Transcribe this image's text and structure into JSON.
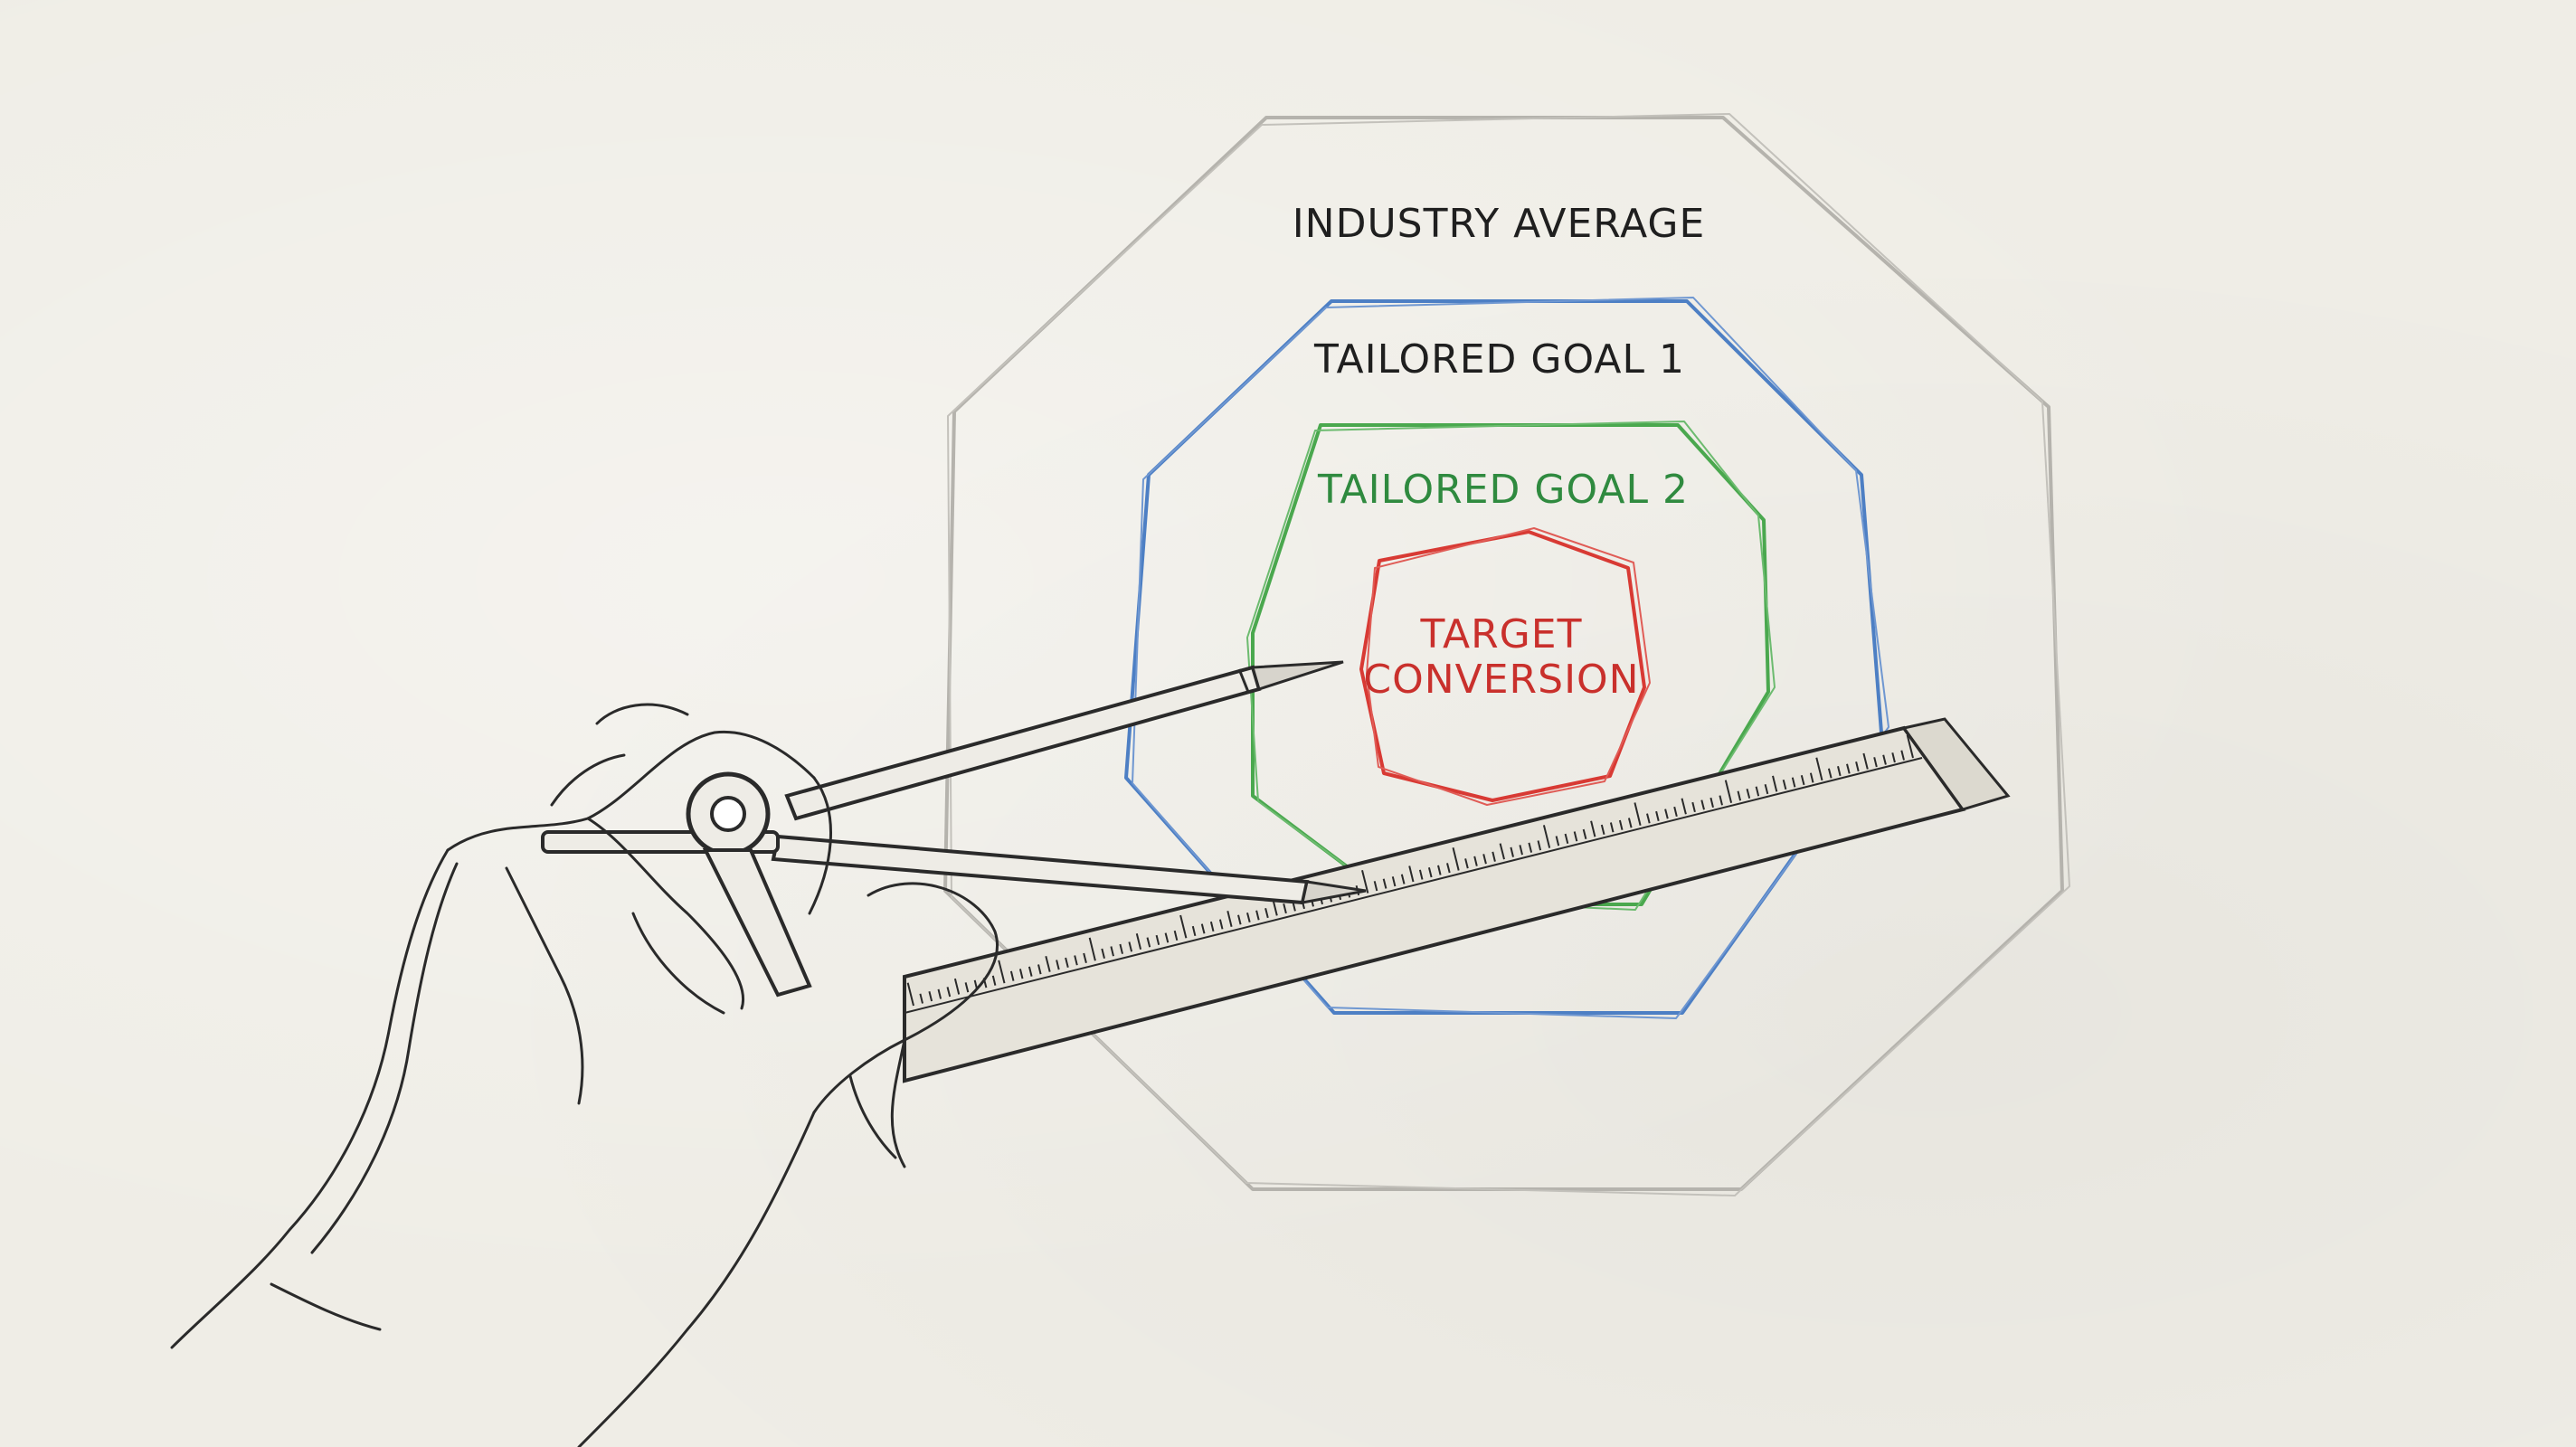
{
  "diagram": {
    "rings": [
      {
        "label": "INDUSTRY AVERAGE",
        "color": "#b5b3ad"
      },
      {
        "label": "TAILORED GOAL 1",
        "color": "#4d7fc4"
      },
      {
        "label": "TAILORED GOAL 2",
        "color": "#4aa84e"
      },
      {
        "label_lines": [
          "TARGET",
          "CONVERSION"
        ],
        "color": "#d83a34"
      }
    ],
    "label_colors": {
      "industry_average": "#1f1f1f",
      "tailored_goal_1": "#1f1f1f",
      "tailored_goal_2": "#2f8a3f",
      "target_conversion": "#c9302c"
    },
    "illustration": {
      "elements": [
        "hand",
        "drafting-compass",
        "ruler"
      ],
      "ink_color": "#2a2a2a"
    }
  }
}
